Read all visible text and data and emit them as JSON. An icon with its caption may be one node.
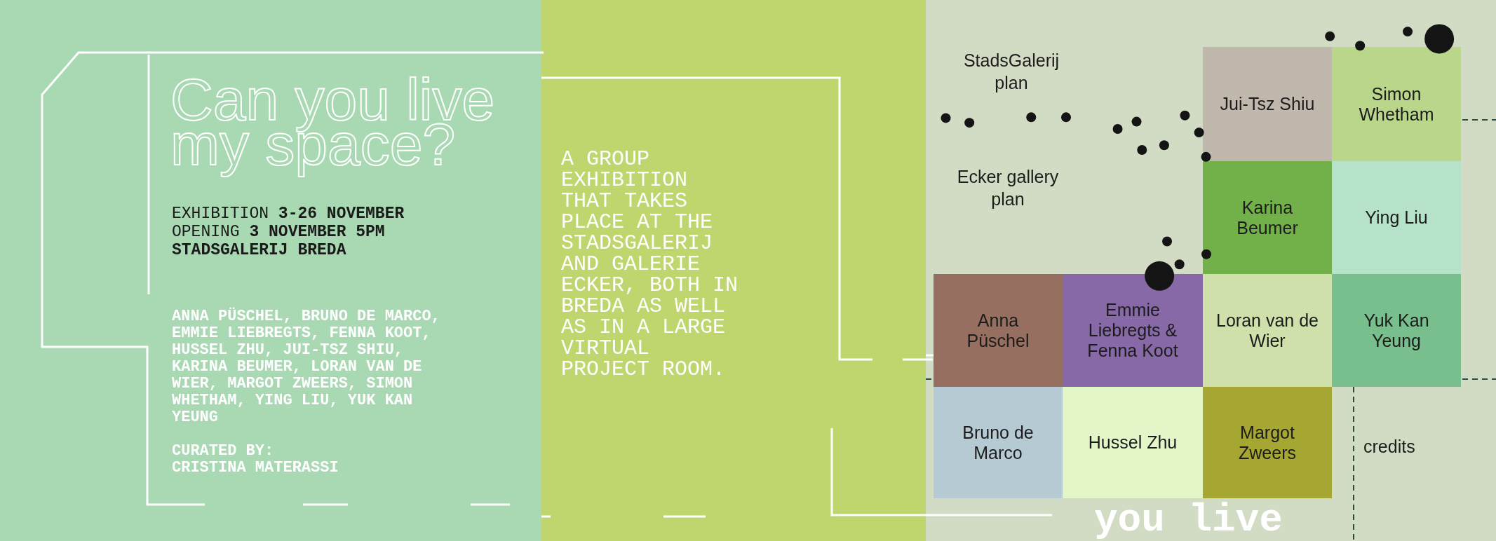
{
  "diagram": {
    "title": "Can you live my space?",
    "nodes": [
      {
        "text": [
          "Jui-Tsz Shiu"
        ]
      },
      {
        "text": [
          "Simon Whetham"
        ]
      },
      {
        "text": [
          "Karina Beumer"
        ]
      },
      {
        "text": [
          "Ying Liu"
        ]
      },
      {
        "text": [
          "Anna Püschel"
        ]
      },
      {
        "text": [
          "Emmie Liebregts & Fenna Koot"
        ]
      },
      {
        "text": [
          "Loran van de Wier"
        ]
      },
      {
        "text": [
          "Yuk Kan Yeung"
        ]
      },
      {
        "text": [
          "Bruno de Marco"
        ]
      },
      {
        "text": [
          "Hussel Zhu"
        ]
      },
      {
        "text": [
          "Margot Zweers"
        ]
      }
    ],
    "edges": [],
    "labels": [
      "EXHIBITION **3-26 NOVEMBER**",
      "OPENING **3 NOVEMBER 5PM**",
      "STADSGALERIJ BREDA",
      "ANNA PÜSCHEL, BRUNO DE MARCO, EMMIE LIEBREGTS, FENNA KOOT, HUSSEL ZHU, JUI-TSZ SHIU, KARINA BEUMER, LORAN VAN DE WIER, MARGOT ZWEERS, SIMON WHETHAM, YING LIU, YUK KAN YEUNG",
      "CURATED BY:",
      "CRISTINA MATERASSI",
      "A GROUP EXHIBITION THAT TAKES PLACE AT THE STADSGALERIJ AND GALERIE ECKER, BOTH IN BREDA AS WELL AS IN A LARGE VIRTUAL PROJECT ROOM.",
      "StadsGalerij plan",
      "Ecker gallery plan",
      "credits",
      "you live"
    ]
  }
}
